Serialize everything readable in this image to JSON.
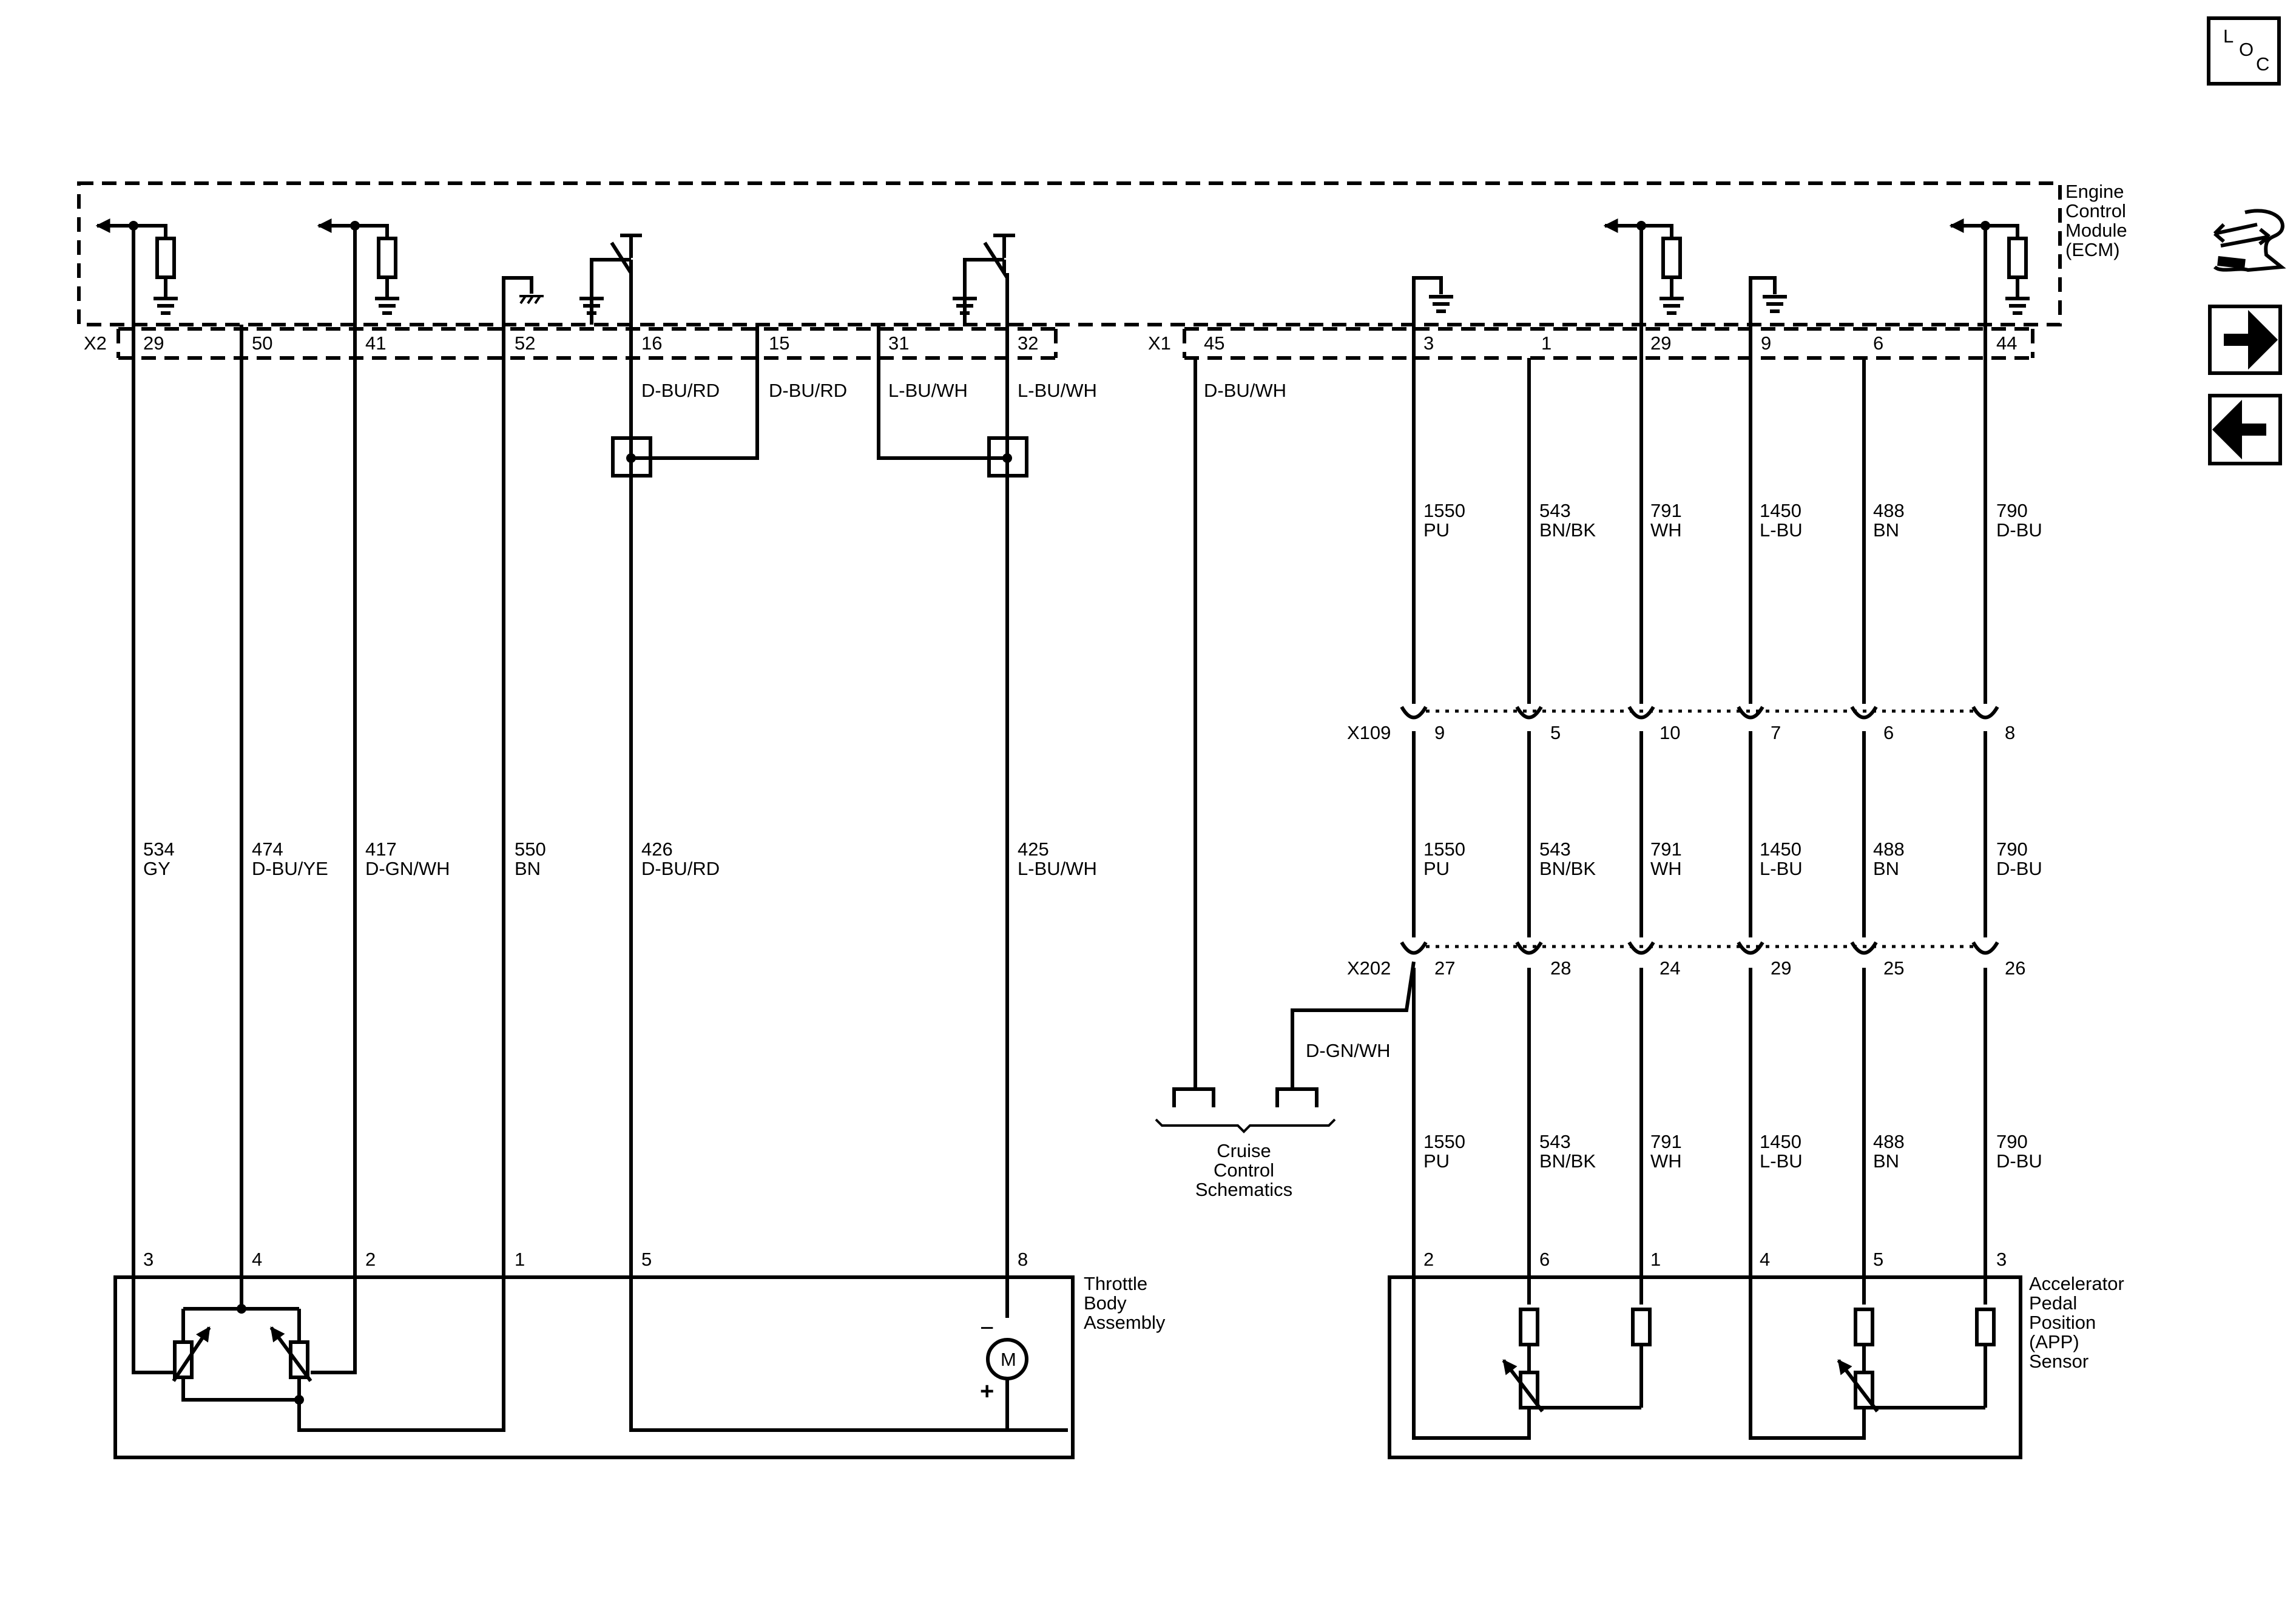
{
  "nav": {
    "loc_icon": "loc-icon",
    "wrench_icon": "wrench-arrows-icon",
    "forward_icon": "arrow-right-icon",
    "back_icon": "arrow-left-icon",
    "loc_letters": [
      "L",
      "O",
      "C"
    ]
  },
  "ecm": {
    "name": [
      "Engine",
      "Control",
      "Module",
      "(ECM)"
    ],
    "connector_x2": "X2",
    "connector_x1": "X1"
  },
  "pins": {
    "x2_29": "29",
    "x2_50": "50",
    "x2_41": "41",
    "x2_52": "52",
    "x2_16": "16",
    "x2_15": "15",
    "x2_31": "31",
    "x2_32": "32",
    "x1_45": "45",
    "x1_3": "3",
    "x1_1": "1",
    "x1_29": "29",
    "x1_9": "9",
    "x1_6": "6",
    "x1_44": "44"
  },
  "top_colors": {
    "p16": "D-BU/RD",
    "p15": "D-BU/RD",
    "p31": "L-BU/WH",
    "p32": "L-BU/WH",
    "p45": "D-BU/WH"
  },
  "throttle_wires": [
    {
      "circuit": "534",
      "color": "GY"
    },
    {
      "circuit": "474",
      "color": "D-BU/YE"
    },
    {
      "circuit": "417",
      "color": "D-GN/WH"
    },
    {
      "circuit": "550",
      "color": "BN"
    },
    {
      "circuit": "426",
      "color": "D-BU/RD"
    },
    {
      "circuit": "425",
      "color": "L-BU/WH"
    }
  ],
  "app_wires": [
    {
      "circuit": "1550",
      "color": "PU"
    },
    {
      "circuit": "543",
      "color": "BN/BK"
    },
    {
      "circuit": "791",
      "color": "WH"
    },
    {
      "circuit": "1450",
      "color": "L-BU"
    },
    {
      "circuit": "488",
      "color": "BN"
    },
    {
      "circuit": "790",
      "color": "D-BU"
    }
  ],
  "x109": {
    "name": "X109",
    "pins": [
      "9",
      "5",
      "10",
      "7",
      "6",
      "8"
    ]
  },
  "x202": {
    "name": "X202",
    "pins": [
      "27",
      "28",
      "24",
      "29",
      "25",
      "26"
    ]
  },
  "cruise": {
    "wire_color": "D-GN/WH",
    "label": [
      "Cruise",
      "Control",
      "Schematics"
    ]
  },
  "throttle_body": {
    "label": [
      "Throttle",
      "Body",
      "Assembly"
    ],
    "pins": [
      "3",
      "4",
      "2",
      "1",
      "5",
      "8"
    ],
    "motor": "M",
    "minus": "−",
    "plus": "+"
  },
  "app_sensor": {
    "label": [
      "Accelerator",
      "Pedal",
      "Position",
      "(APP)",
      "Sensor"
    ],
    "pins": [
      "2",
      "6",
      "1",
      "4",
      "5",
      "3"
    ]
  }
}
